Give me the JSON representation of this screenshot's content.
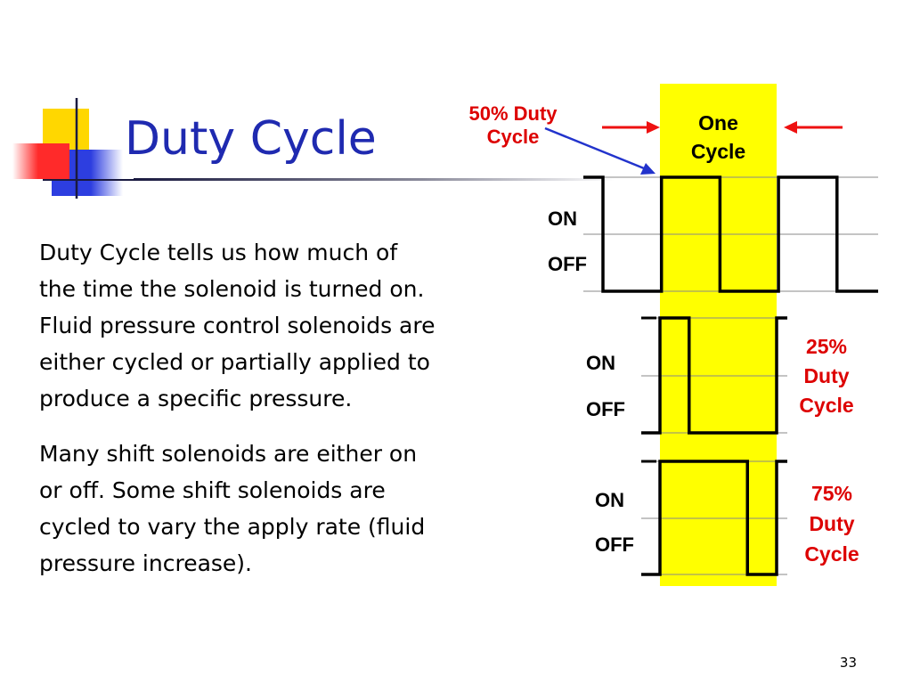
{
  "slide": {
    "title": "Duty Cycle",
    "paragraph1": [
      "Duty Cycle tells us how much of",
      "the time the solenoid is turned on.",
      "Fluid pressure control solenoids are",
      "either cycled or partially applied to",
      "produce a specific pressure."
    ],
    "paragraph2": [
      "Many shift solenoids are either on",
      "or off. Some shift solenoids are",
      "cycled to vary the apply rate (fluid",
      "pressure increase)."
    ],
    "page_number": "33"
  },
  "diagram": {
    "one_cycle_label": [
      "One",
      "Cycle"
    ],
    "waveforms": [
      {
        "duty_percent": 50,
        "on_label": "ON",
        "off_label": "OFF",
        "callout": [
          "50% Duty",
          "Cycle"
        ]
      },
      {
        "duty_percent": 25,
        "on_label": "ON",
        "off_label": "OFF",
        "callout": [
          "25%",
          "Duty",
          "Cycle"
        ]
      },
      {
        "duty_percent": 75,
        "on_label": "ON",
        "off_label": "OFF",
        "callout": [
          "75%",
          "Duty",
          "Cycle"
        ]
      }
    ]
  },
  "colors": {
    "title": "#1f2ab0",
    "highlight": "#ffff00",
    "callout_text": "#dd0000",
    "cycle_arrow": "#ee1111",
    "pointer_arrow": "#2233cc",
    "deco_yellow": "#ffd700",
    "deco_blue": "#2d3ee0",
    "deco_red": "#ff2a2a"
  }
}
